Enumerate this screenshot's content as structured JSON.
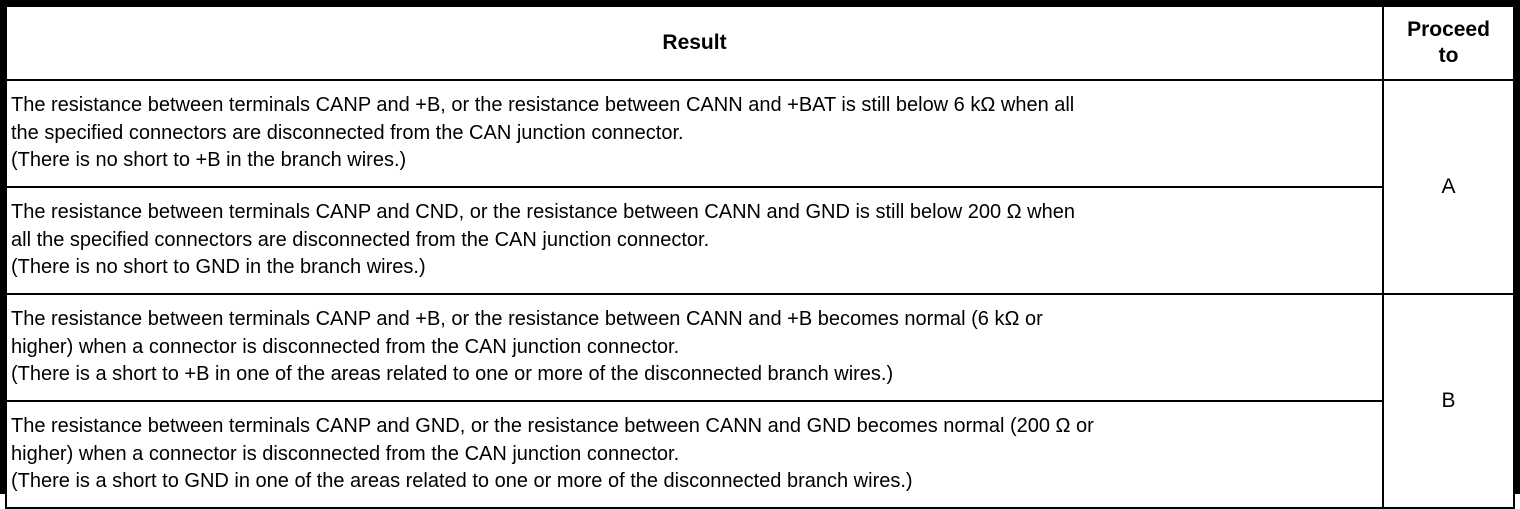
{
  "table": {
    "header": {
      "result": "Result",
      "proceed_to": "Proceed to"
    },
    "groups": [
      {
        "proceed": "A",
        "rows": [
          {
            "lines": [
              "The resistance between terminals CANP and +B, or the resistance between CANN and +BAT is still below 6 kΩ when all",
              "the specified connectors are disconnected from the CAN junction connector.",
              "(There is no short to +B in the branch wires.)"
            ]
          },
          {
            "lines": [
              "The resistance between terminals CANP and CND, or the resistance between CANN and GND is still below 200 Ω when",
              "all the specified connectors are disconnected from the CAN junction connector.",
              "(There is no short to GND in the branch wires.)"
            ]
          }
        ]
      },
      {
        "proceed": "B",
        "rows": [
          {
            "lines": [
              "The resistance between terminals CANP and +B, or the resistance between CANN and +B becomes normal (6 kΩ or",
              "higher) when a connector is disconnected from the CAN junction connector.",
              "(There is a short to +B in one of the areas related to one or more of the disconnected branch wires.)"
            ]
          },
          {
            "lines": [
              "The resistance between terminals CANP and GND, or the resistance between CANN and GND becomes normal (200 Ω or",
              "higher) when a connector is disconnected from the CAN junction connector.",
              "(There is a short to GND in one of the areas related to one or more of the disconnected branch wires.)"
            ]
          }
        ]
      }
    ]
  }
}
